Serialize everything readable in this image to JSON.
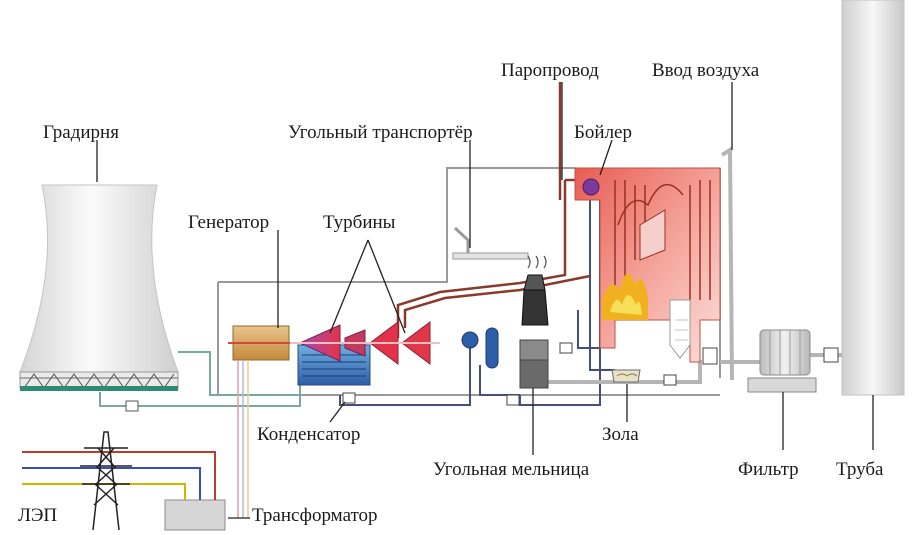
{
  "labels": {
    "cooling_tower": "Градирня",
    "coal_conveyor": "Угольный транспортёр",
    "steam_line": "Паропровод",
    "air_intake": "Ввод воздуха",
    "boiler": "Бойлер",
    "generator": "Генератор",
    "turbines": "Турбины",
    "condenser": "Конденсатор",
    "ash": "Зола",
    "coal_mill": "Угольная мельница",
    "filter": "Фильтр",
    "chimney": "Труба",
    "power_line": "ЛЭП",
    "transformer": "Трансформатор"
  },
  "colors": {
    "outline": "#9a9a9a",
    "steam_pipe": "#8a3a2a",
    "water_pipe": "#44507a",
    "cool_water": "#7aa8a0",
    "boiler_fill": "#e96b5e",
    "fire": "#f0b020",
    "wire_red": "#c0392b",
    "wire_blue": "#3a4fb0",
    "wire_yellow": "#d4b400"
  }
}
